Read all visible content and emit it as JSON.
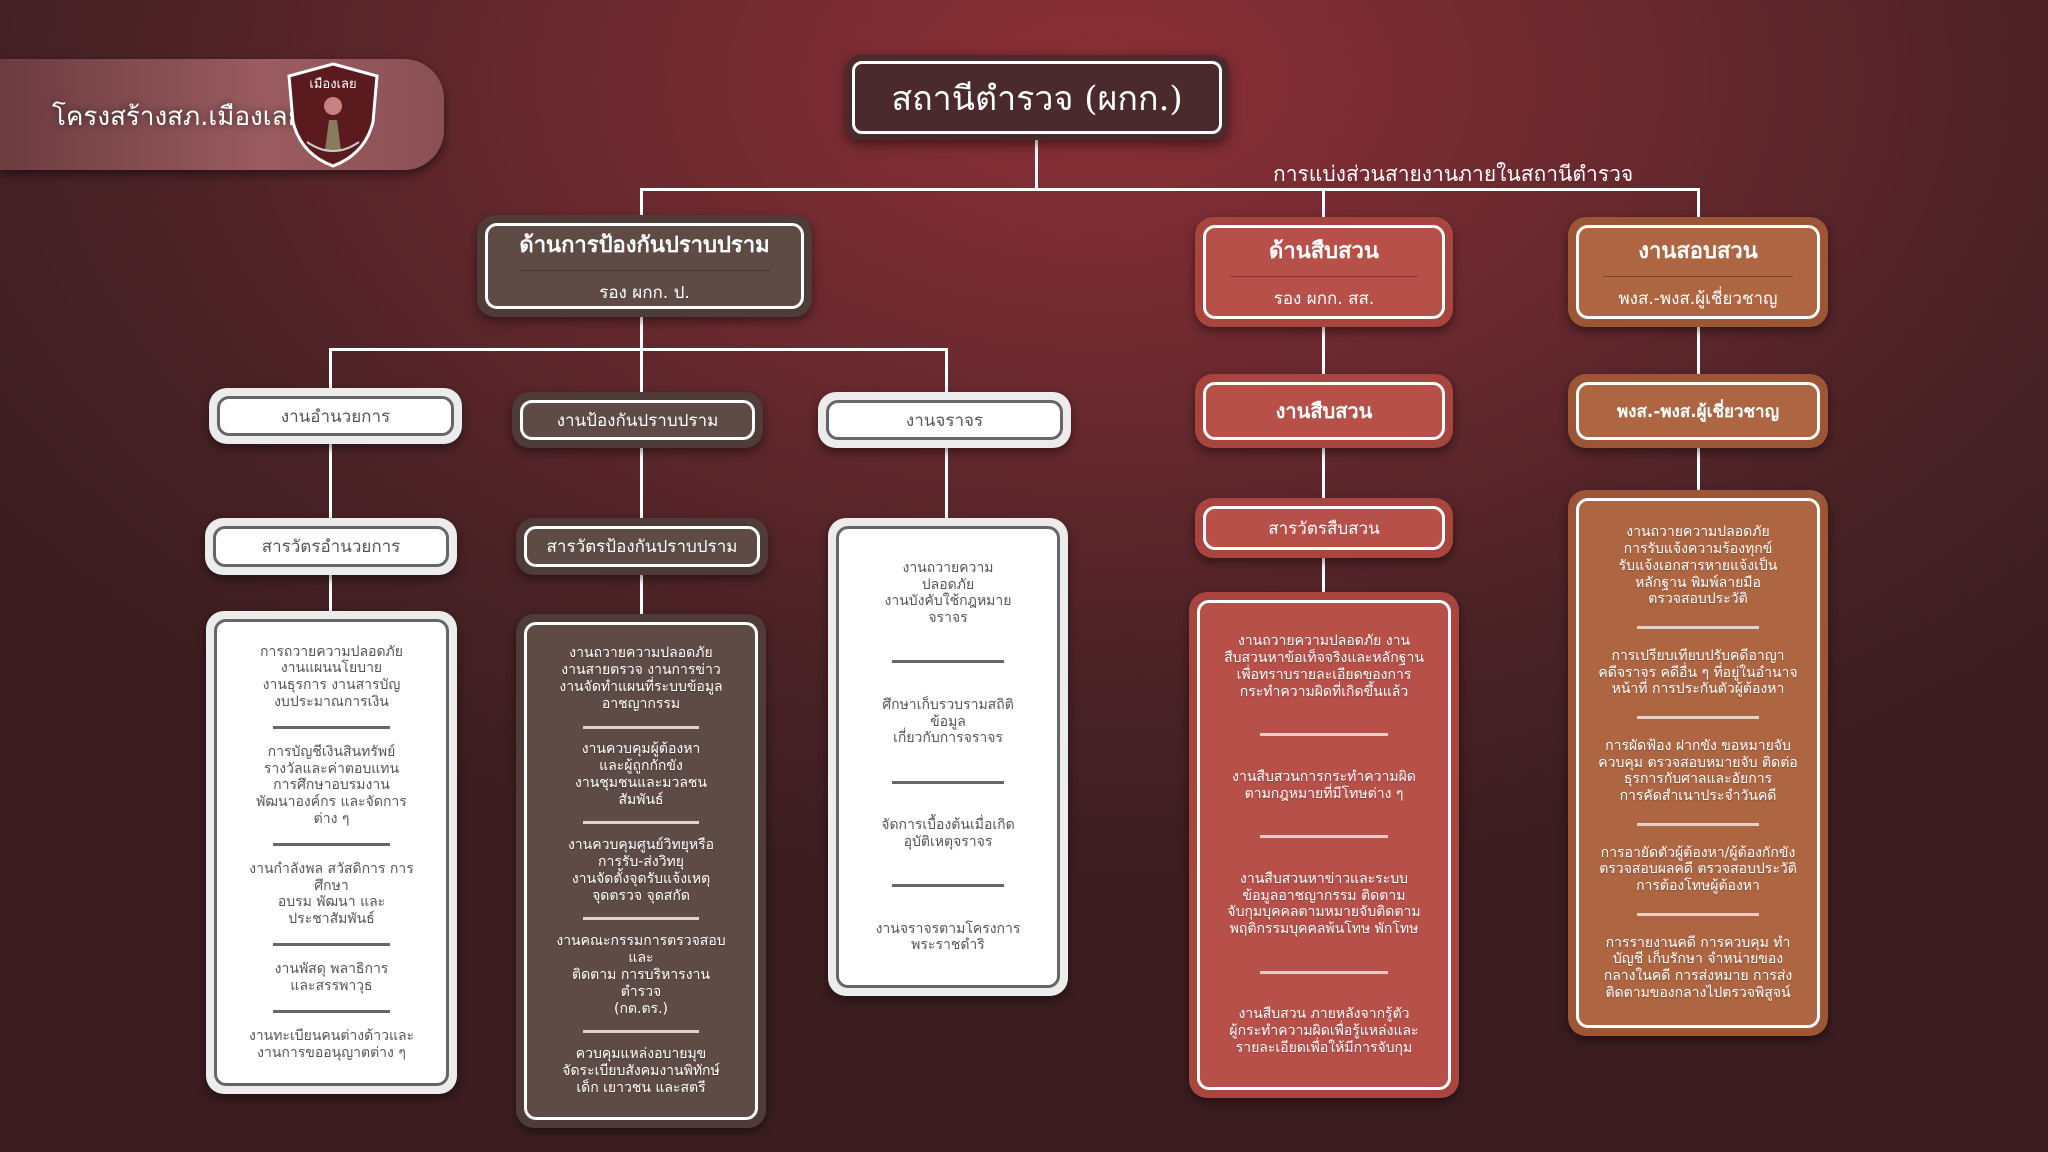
{
  "banner": {
    "title": "โครงสร้างสภ.เมืองเลย",
    "logo_text": "เมืองเลย"
  },
  "root": {
    "title": "สถานีตำรวจ (ผกก.)",
    "subtitle": "การแบ่งส่วนสายงานภายในสถานีตำรวจ"
  },
  "colors": {
    "brown": "#5f4b45",
    "red": "#b8504a",
    "orange": "#ad6542",
    "white": "#ffffff",
    "background": "#6e2a30"
  },
  "prevention": {
    "title": "ด้านการป้องกันปราบปราม",
    "sub": "รอง ผกก. ป.",
    "admin": {
      "label": "งานอำนวยการ",
      "inspector": "สารวัตรอำนวยการ",
      "items": [
        "การถวายความปลอดภัย\nงานแผนนโยบาย\nงานธุรการ งานสารบัญ\nงบประมาณการเงิน",
        "การบัญชีเงินสินทรัพย์\nรางวัลและค่าตอบแทน\nการศึกษาอบรมงาน\nพัฒนาองค์กร และจัดการ\nต่าง ๆ",
        "งานกำลังพล สวัสดิการ การ\nศึกษา\nอบรม พัฒนา และ\nประชาสัมพันธ์",
        "งานพัสดุ พลาธิการ\nและสรรพาวุธ",
        "งานทะเบียนคนต่างด้าวและ\nงานการขออนุญาตต่าง ๆ"
      ]
    },
    "patrol": {
      "label": "งานป้องกันปราบปราม",
      "inspector": "สารวัตรป้องกันปราบปราม",
      "items": [
        "งานถวายความปลอดภัย\nงานสายตรวจ งานการข่าว\nงานจัดทำแผนที่ระบบข้อมูล\nอาชญากรรม",
        "งานควบคุมผู้ต้องหา\nและผู้ถูกกักขัง\nงานชุมชนและมวลชน\nสัมพันธ์",
        "งานควบคุมศูนย์วิทยุหรือ\nการรับ-ส่งวิทยุ\nงานจัดตั้งจุดรับแจ้งเหตุ\nจุดตรวจ จุดสกัด",
        "งานคณะกรรมการตรวจสอบ\nและ\nติดตาม การบริหารงาน\nตำรวจ\n(กต.ตร.)",
        "ควบคุมแหล่งอบายมุข\nจัดระเบียบสังคมงานพิทักษ์\nเด็ก เยาวชน และสตรี"
      ]
    },
    "traffic": {
      "label": "งานจราจร",
      "items": [
        "งานถวายความ\nปลอดภัย\nงานบังคับใช้กฎหมาย\nจราจร",
        "ศึกษาเก็บรวบรามสถิติ\nข้อมูล\nเกี่ยวกับการจราจร",
        "จัดการเบื้องต้นเมื่อเกิด\nอุบัติเหตุจราจร",
        "งานจราจรตามโครงการ\nพระราชดำริ"
      ]
    }
  },
  "investigation": {
    "title": "ด้านสืบสวน",
    "sub": "รอง ผกก. สส.",
    "label": "งานสืบสวน",
    "inspector": "สารวัตรสืบสวน",
    "items": [
      "งานถวายความปลอดภัย งาน\nสืบสวนหาข้อเท็จจริงและหลักฐาน\nเพื่อทราบรายละเอียดของการ\nกระทำความผิดที่เกิดขึ้นแล้ว",
      "งานสืบสวนการกระทำความผิด\nตามกฎหมายที่มีโทษต่าง ๆ",
      "งานสืบสวนหาข่าวและระบบ\nข้อมูลอาชญากรรม ติดตาม\nจับกุมบุคคลตามหมายจับติดตาม\nพฤติกรรมบุคคลพ้นโทษ พักโทษ",
      "งานสืบสวน ภายหลังจากรู้ตัว\nผู้กระทำความผิดเพื่อรู้แหล่งและ\nรายละเอียดเพื่อให้มีการจับกุม"
    ]
  },
  "inquiry": {
    "title": "งานสอบสวน",
    "sub": "พงส.-พงส.ผู้เชี่ยวชาญ",
    "label": "พงส.-พงส.ผู้เชี่ยวชาญ",
    "items": [
      "งานถวายความปลอดภัย\nการรับแจ้งความร้องทุกข์\nรับแจ้งเอกสารหายแจ้งเป็น\nหลักฐาน พิมพ์ลายมือ\nตรวจสอบประวัติ",
      "การเปรียบเทียบปรับคดีอาญา\nคดีจราจร คดีอื่น ๆ ที่อยู่ในอำนาจ\nหน้าที่ การประกันตัวผู้ต้องหา",
      "การผัดฟ้อง ฝากขัง ขอหมายจับ\nควบคุม ตรวจสอบหมายจับ ติดต่อ\nธุรการกับศาลและอัยการ\nการคัดสำเนาประจำวันคดี",
      "การอายัดตัวผู้ต้องหา/ผู้ต้องกักขัง\nตรวจสอบผลคดี ตรวจสอบประวัติ\nการต้องโทษผู้ต้องหา",
      "การรายงานคดี การควบคุม ทำ\nบัญชี เก็บรักษา จำหน่ายของ\nกลางในคดี การส่งหมาย การส่ง\nติดตามของกลางไปตรวจพิสูจน์"
    ]
  }
}
